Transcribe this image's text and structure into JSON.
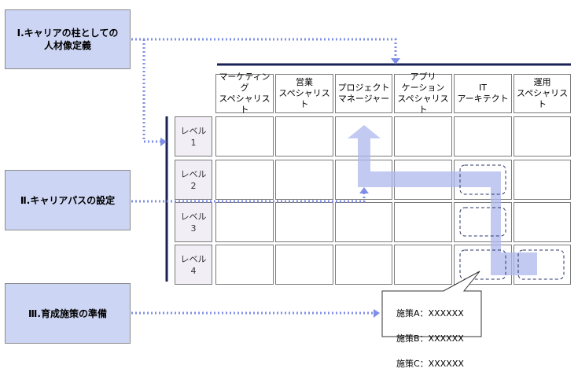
{
  "boxes": {
    "b1": "Ⅰ.キャリアの柱としての\n人材像定義",
    "b2": "Ⅱ.キャリアパスの設定",
    "b3": "Ⅲ.育成施策の準備"
  },
  "columns": [
    "マーケティング\nスペシャリスト",
    "営業\nスペシャリスト",
    "プロジェクト\nマネージャー",
    "アプリ\nケーション\nスペシャリスト",
    "IT\nアーキテクト",
    "運用\nスペシャリスト"
  ],
  "levels": [
    "レベル\n1",
    "レベル\n2",
    "レベル\n3",
    "レベル\n4"
  ],
  "callout": [
    "施策A：XXXXXX",
    "施策B：XXXXXX",
    "施策C：XXXXXX"
  ]
}
